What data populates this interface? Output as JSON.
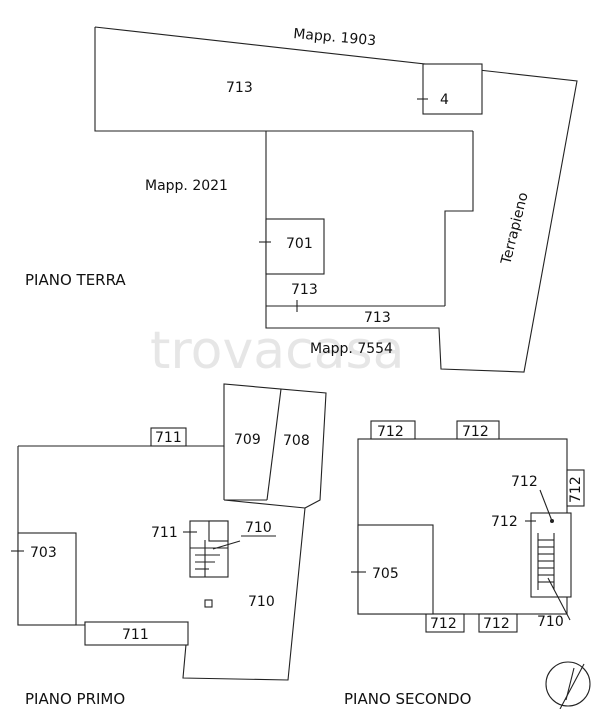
{
  "watermark": "trovacasa",
  "piano_terra": {
    "title": "PIANO TERRA",
    "mapp_top": "Mapp. 1903",
    "mapp_left": "Mapp. 2021",
    "mapp_bottom": "Mapp. 7554",
    "terrapieno": "Terrapieno",
    "sub_713_a": "713",
    "sub_4": "4",
    "sub_701": "701",
    "sub_713_b": "713",
    "sub_713_c": "713"
  },
  "piano_primo": {
    "title": "PIANO PRIMO",
    "sub_711_top": "711",
    "sub_709": "709",
    "sub_708": "708",
    "sub_711_mid": "711",
    "sub_710_a": "710",
    "sub_703": "703",
    "sub_710_b": "710",
    "sub_711_bottom": "711"
  },
  "piano_secondo": {
    "title": "PIANO SECONDO",
    "sub_712_t1": "712",
    "sub_712_t2": "712",
    "sub_712_stair": "712",
    "sub_712_right": "712",
    "sub_712_mid": "712",
    "sub_705": "705",
    "sub_712_b1": "712",
    "sub_712_b2": "712",
    "sub_710": "710"
  },
  "north_icon": "north-arrow-icon"
}
